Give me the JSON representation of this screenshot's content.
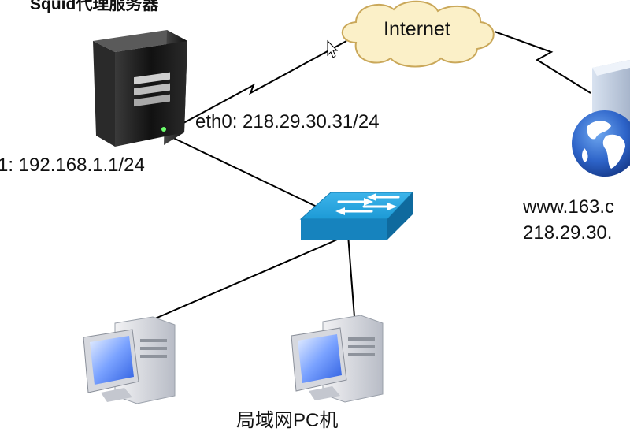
{
  "labels": {
    "proxy_title": "Squid代理服务器",
    "internet": "Internet",
    "eth0": "eth0: 218.29.30.31/24",
    "eth1": "1: 192.168.1.1/24",
    "web_name": "www.163.c",
    "web_ip": "218.29.30.",
    "lan_label": "局域网PC机"
  },
  "colors": {
    "cloud_fill": "#fbf0c8",
    "cloud_stroke": "#caa85a",
    "switch_blue": "#1d9ad6",
    "server_dark": "#1a1a1a",
    "globe_blue": "#2d63c8",
    "link_line": "#000000"
  },
  "icons": [
    "server-tower-icon",
    "cloud-icon",
    "network-switch-icon",
    "globe-icon",
    "desktop-pc-icon",
    "mouse-cursor-icon"
  ]
}
